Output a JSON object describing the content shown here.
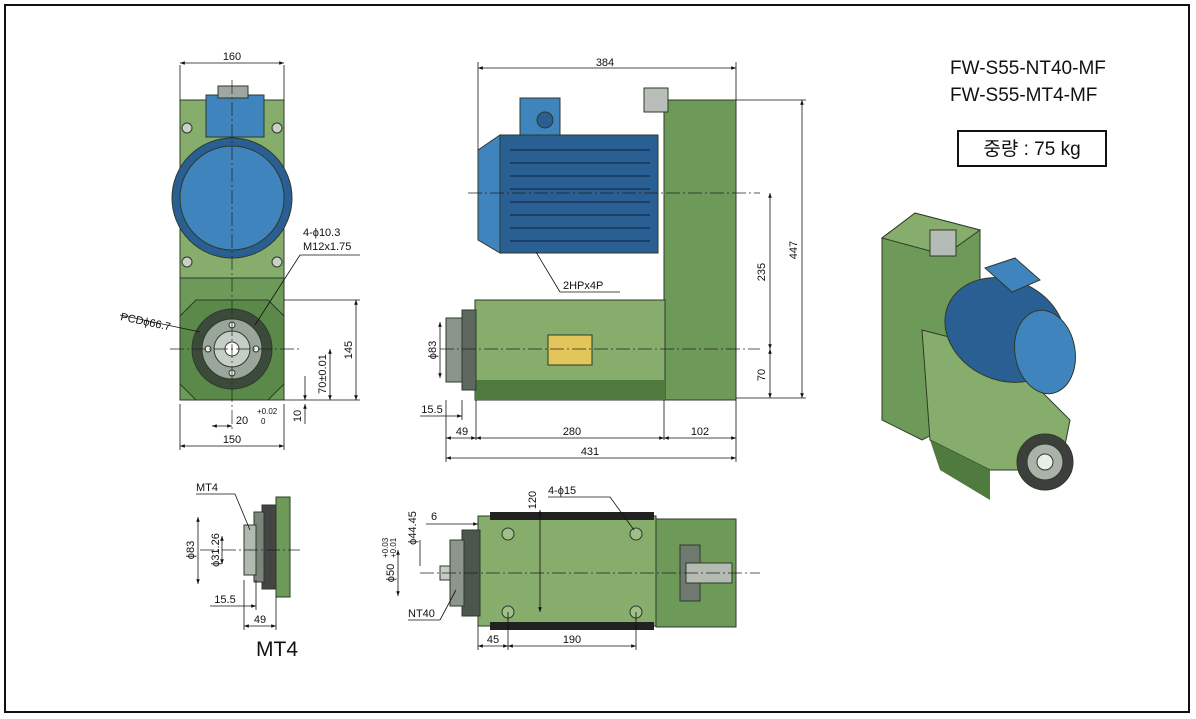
{
  "models": [
    "FW-S55-NT40-MF",
    "FW-S55-MT4-MF"
  ],
  "weight_label": "중량 : 75 kg",
  "front_view": {
    "width_top": "160",
    "width_bottom": "150",
    "bolt_note_1": "4-ϕ10.3",
    "bolt_note_2": "M12x1.75",
    "pcd": "PCDϕ66.7",
    "height_145": "145",
    "height_70": "70±0.01",
    "height_10": "10",
    "offset_20": "20",
    "tol_plus": "+0.02",
    "tol_zero": "0"
  },
  "side_view": {
    "overall_top": "384",
    "height_447": "447",
    "height_235": "235",
    "height_70": "70",
    "motor_label": "2HPx4P",
    "dia_83": "ϕ83",
    "dim_15_5": "15.5",
    "dim_49": "49",
    "dim_280": "280",
    "dim_102": "102",
    "dim_431": "431"
  },
  "mt4_view": {
    "mt4_label": "MT4",
    "dia_83": "ϕ83",
    "dia_31_26": "ϕ31.26",
    "dim_15_5": "15.5",
    "dim_49": "49",
    "caption": "MT4"
  },
  "top_view": {
    "holes": "4-ϕ15",
    "dim_120": "120",
    "dim_6": "6",
    "dia_44_45": "ϕ44.45",
    "dia_50": "ϕ50",
    "tol_a": "+0.03",
    "tol_b": "+0.01",
    "nt40": "NT40",
    "dim_45": "45",
    "dim_190": "190"
  }
}
